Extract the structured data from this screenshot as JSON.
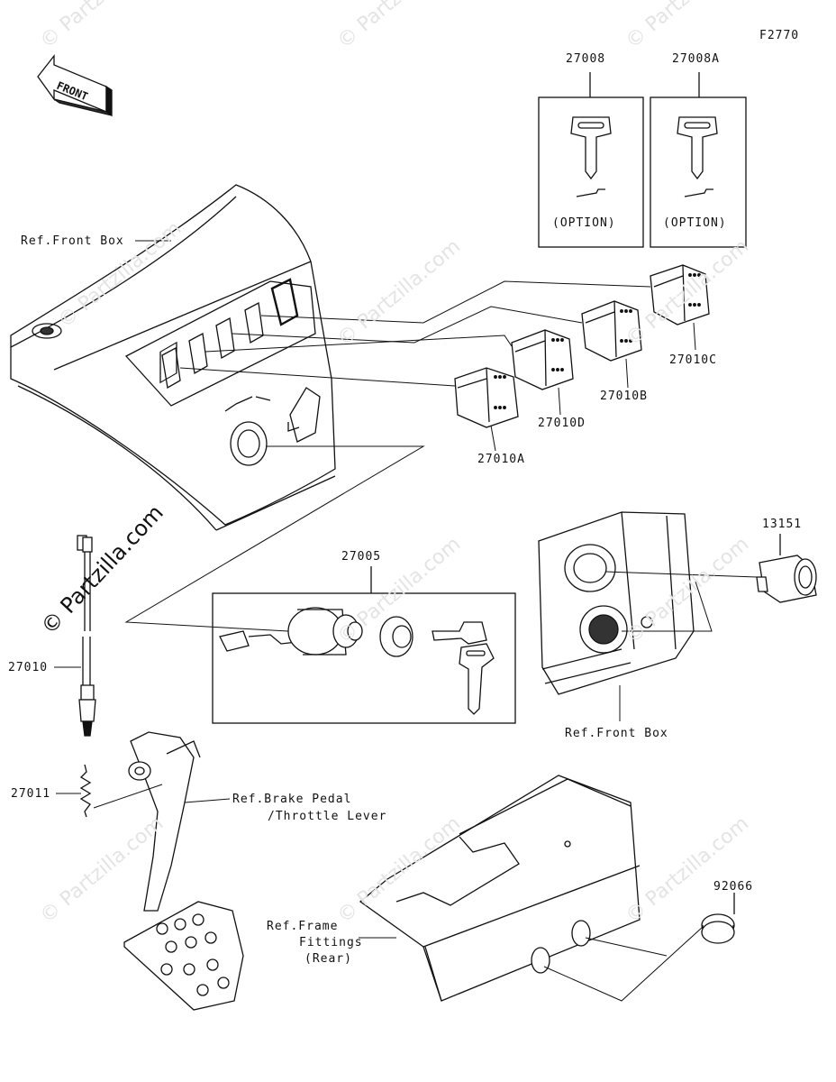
{
  "figure_code": "F2770",
  "front_label": "FRONT",
  "watermark": "© Partzilla.com",
  "watermark_large": "© Partzilla.com",
  "option_text": "(OPTION)",
  "parts": {
    "key_a": "27008",
    "key_b": "27008A",
    "switch_a": "27010A",
    "switch_b": "27010B",
    "switch_c": "27010C",
    "switch_d": "27010D",
    "ignition": "27005",
    "socket": "13151",
    "brake_switch": "27010",
    "spring": "27011",
    "plug": "92066"
  },
  "refs": {
    "front_box_top": "Ref.Front Box",
    "front_box_right": "Ref.Front Box",
    "brake_line1": "Ref.Brake Pedal",
    "brake_line2": "/Throttle Lever",
    "frame_line1": "Ref.Frame",
    "frame_line2": "Fittings",
    "frame_line3": "(Rear)"
  }
}
